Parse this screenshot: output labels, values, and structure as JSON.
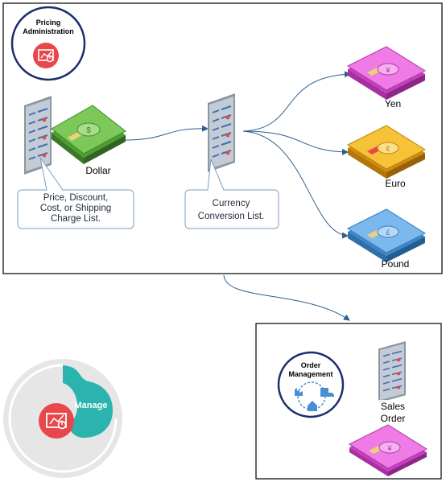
{
  "badges": {
    "pricing": {
      "line1": "Pricing",
      "line2": "Administration"
    },
    "order": {
      "line1": "Order",
      "line2": "Management"
    }
  },
  "currencies": {
    "dollar": "Dollar",
    "yen": "Yen",
    "euro": "Euro",
    "pound": "Pound"
  },
  "callouts": {
    "price_list": [
      "Price, Discount,",
      "Cost, or Shipping",
      "Charge List."
    ],
    "conversion": [
      "Currency",
      "Conversion  List."
    ]
  },
  "sales_order": [
    "Sales",
    "Order"
  ],
  "manage": "Manage",
  "colors": {
    "accent_red": "#e8474b",
    "teal": "#2bb3ad",
    "navy": "#1c2e6e",
    "dollar_green": "#6fbf4a",
    "yen_magenta": "#e45bdc",
    "euro_orange": "#f0b020",
    "pound_blue": "#5da8e8",
    "connector_blue": "#2e5e8e",
    "callout_border": "#7a9ec0"
  },
  "icons": [
    "chart-icon",
    "document-icon",
    "money-icon",
    "factory-icon",
    "truck-icon",
    "house-icon"
  ]
}
